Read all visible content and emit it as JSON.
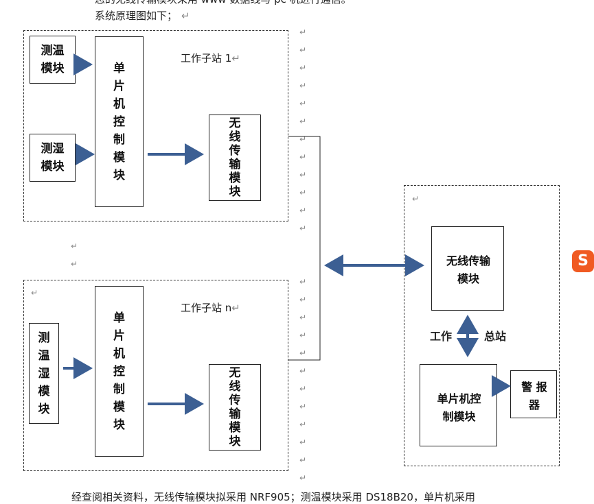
{
  "doc": {
    "line_top": "志的无线传输模块采用 www 数据线与 pc 机进行通信。",
    "line_intro": "系统原理图如下；",
    "line_bottom": "经查阅相关资料，无线传输模块拟采用 NRF905；测温模块采用 DS18B20，单片机采用"
  },
  "substation1": {
    "title": "工作子站 1",
    "temp_module": "测温模块",
    "humid_module": "测湿模块",
    "mcu_module": [
      "单",
      "片",
      "机",
      "控",
      "制",
      "模",
      "块"
    ],
    "wireless_module": [
      "无",
      "线",
      "传",
      "输",
      "模",
      "块"
    ]
  },
  "substationN": {
    "title": "工作子站 n",
    "th_module": [
      "测",
      "温",
      "湿",
      "模",
      "块"
    ],
    "mcu_module": [
      "单",
      "片",
      "机",
      "控",
      "制",
      "模",
      "块"
    ],
    "wireless_module": [
      "无",
      "线",
      "传",
      "输",
      "模",
      "块"
    ]
  },
  "master": {
    "wireless_line1": "无线传输",
    "wireless_line2": "模块",
    "label_left": "工作",
    "label_right": "总站",
    "mcu_line1": "单片机控",
    "mcu_line2": "制模块",
    "alarm_line1": "警 报",
    "alarm_line2": "器"
  },
  "marks": {
    "return": "↵",
    "enter": "↵"
  },
  "colors": {
    "arrow": "#3c5f93",
    "logo": "#f05a22"
  }
}
